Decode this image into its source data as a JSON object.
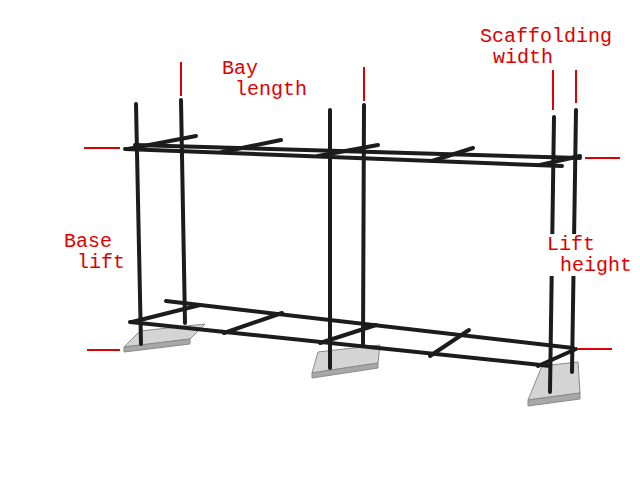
{
  "diagram": {
    "labels": [
      "Bay length",
      "Scaffolding width",
      "Base lift",
      "Lift height"
    ]
  }
}
